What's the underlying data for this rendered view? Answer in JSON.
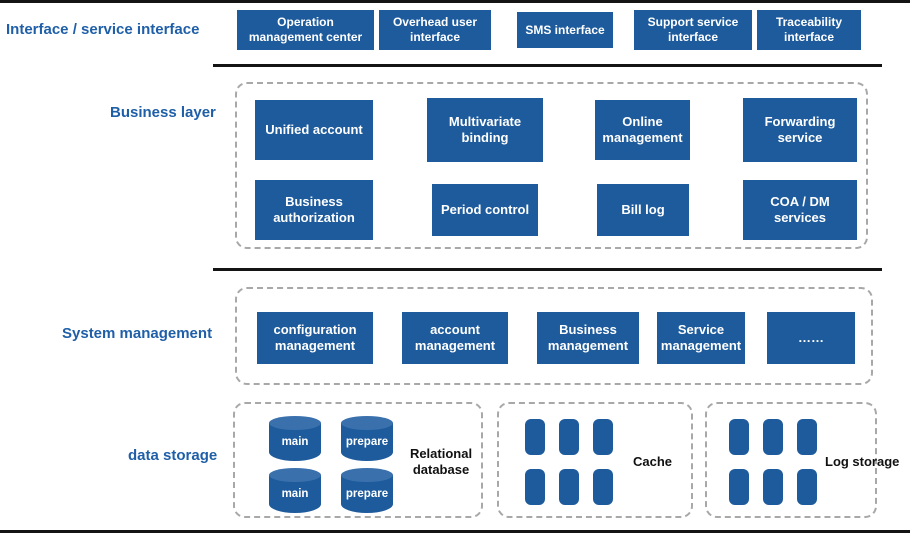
{
  "colors": {
    "box_blue": "#1e5b9c",
    "cylinder_top_blue": "#3a71ad",
    "label_blue": "#1f5fa8",
    "divider": "#141414",
    "dashed_border": "#a8a8a8"
  },
  "interface_row": {
    "label": "Interface / service interface",
    "items": [
      "Operation management center",
      "Overhead user interface",
      "SMS interface",
      "Support service interface",
      "Traceability interface"
    ]
  },
  "business_layer": {
    "label": "Business layer",
    "row1": [
      "Unified account",
      "Multivariate binding",
      "Online management",
      "Forwarding service"
    ],
    "row2": [
      "Business authorization",
      "Period control",
      "Bill log",
      "COA / DM services"
    ]
  },
  "system_management": {
    "label": "System management",
    "items": [
      "configuration management",
      "account management",
      "Business management",
      "Service management",
      "……"
    ]
  },
  "data_storage": {
    "label": "data storage",
    "relational": {
      "caption": "Relational database",
      "cylinders": [
        "main",
        "prepare",
        "main",
        "prepare"
      ]
    },
    "cache": {
      "caption": "Cache"
    },
    "log": {
      "caption": "Log storage"
    }
  }
}
